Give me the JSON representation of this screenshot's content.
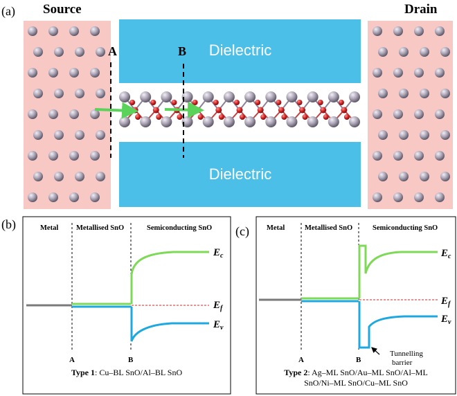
{
  "panel_a": {
    "label": "(a)",
    "source_label": "Source",
    "drain_label": "Drain",
    "dielectric_top": "Dielectric",
    "dielectric_bottom": "Dielectric",
    "cut_a": "A",
    "cut_b": "B",
    "colors": {
      "contact": "#f8c8c4",
      "contact_atom": "#a9a2b3",
      "dielectric": "#4bbfe7",
      "oxygen": "#cc2222",
      "arrow": "#5bd35b"
    }
  },
  "panel_b": {
    "label": "(b)",
    "region_metal": "Metal",
    "region_metallised": "Metallised SnO",
    "region_semiconducting": "Semiconducting SnO",
    "ec": "E",
    "ec_sub": "c",
    "ef": "E",
    "ef_sub": "f",
    "ev": "E",
    "ev_sub": "v",
    "marker_a": "A",
    "marker_b": "B",
    "caption_bold": "Type 1",
    "caption_rest": ": Cu–BL SnO/Al–BL SnO"
  },
  "panel_c": {
    "label": "(c)",
    "region_metal": "Metal",
    "region_metallised": "Metallised SnO",
    "region_semiconducting": "Semiconducting SnO",
    "ec": "E",
    "ec_sub": "c",
    "ef": "E",
    "ef_sub": "f",
    "ev": "E",
    "ev_sub": "v",
    "marker_a": "A",
    "marker_b": "B",
    "tunnel_line1": "Tunnelling",
    "tunnel_line2": "barrier",
    "caption_bold": "Type 2",
    "caption_line1_rest": ": Ag–ML SnO/Au–ML SnO/Al–ML",
    "caption_line2": "SnO/Ni–ML SnO/Cu–ML SnO"
  },
  "band_colors": {
    "conduction": "#7ed957",
    "valence": "#1ea8e0",
    "metal": "#7a7a7a",
    "fermi": "#d92020"
  }
}
